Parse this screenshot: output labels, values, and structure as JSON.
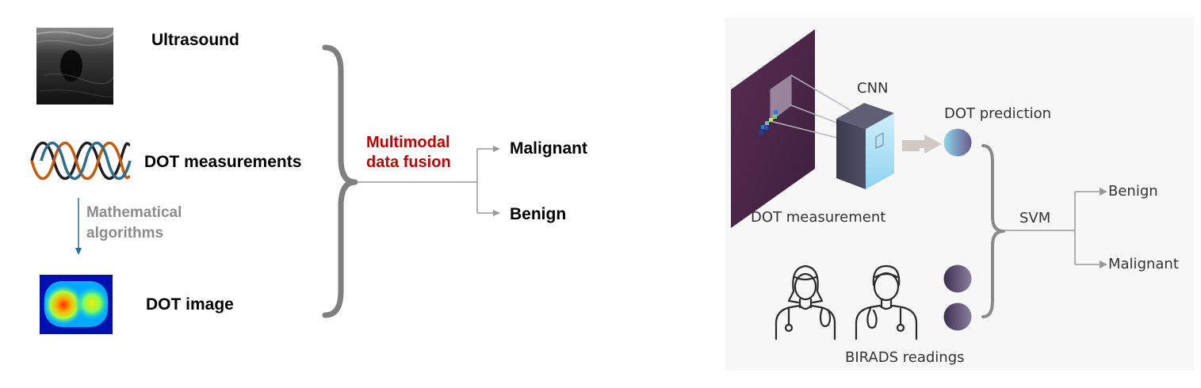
{
  "left_panel": {
    "inputs": {
      "ultrasound": "Ultrasound",
      "dot_measurements": "DOT measurements",
      "dot_image": "DOT image"
    },
    "processing": {
      "line1": "Mathematical",
      "line2": "algorithms"
    },
    "fusion": {
      "line1": "Multimodal",
      "line2": "data fusion"
    },
    "outcomes": {
      "malignant": "Malignant",
      "benign": "Benign"
    }
  },
  "right_panel": {
    "dot_measurement": "DOT measurement",
    "cnn": "CNN",
    "dot_prediction": "DOT prediction",
    "birads_readings": "BIRADS readings",
    "svm": "SVM",
    "outcomes": {
      "benign": "Benign",
      "malignant": "Malignant"
    }
  },
  "colors": {
    "fusion_text": "#c00000",
    "math_text": "#8c8c8c",
    "arrow_blue": "#1f6fa3",
    "brace_gray": "#7f7f7f",
    "measurement_plane": "#452343",
    "reader_circle": "#4b3a5a"
  }
}
